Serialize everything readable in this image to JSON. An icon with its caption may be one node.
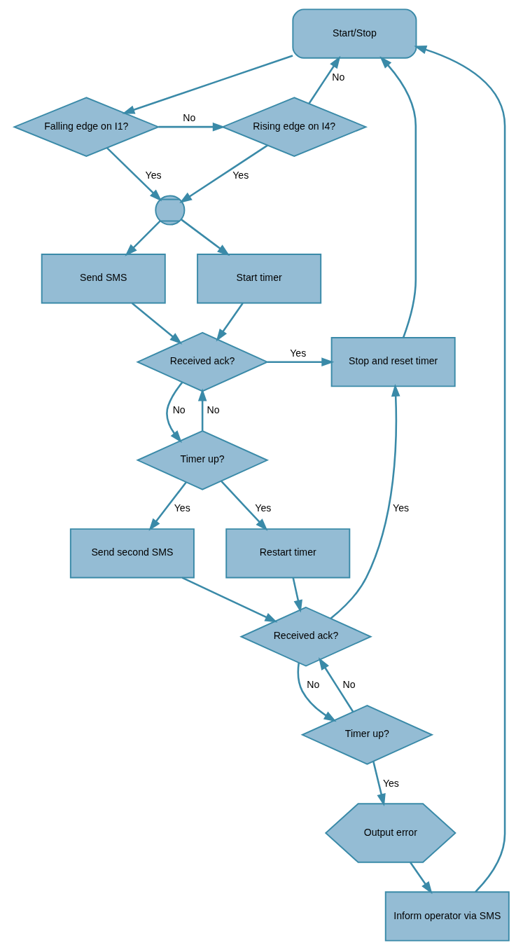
{
  "diagram": {
    "nodes": [
      {
        "text": [
          "Start/Stop"
        ]
      },
      {
        "text": [
          "Falling edge on I1?"
        ]
      },
      {
        "text": [
          "Rising edge on I4?"
        ]
      },
      {
        "text": [],
        "shape": "circle"
      },
      {
        "text": [
          "Send SMS"
        ]
      },
      {
        "text": [
          "Start timer"
        ]
      },
      {
        "text": [
          "Received ack?"
        ]
      },
      {
        "text": [
          "Stop and reset timer"
        ]
      },
      {
        "text": [
          "Timer up?"
        ]
      },
      {
        "text": [
          "Send second SMS"
        ]
      },
      {
        "text": [
          "Restart timer"
        ]
      },
      {
        "text": [
          "Received ack?"
        ]
      },
      {
        "text": [
          "Timer up?"
        ]
      },
      {
        "text": [
          "Output error"
        ]
      },
      {
        "text": [
          "Inform operator via SMS"
        ]
      }
    ],
    "edges": [
      {
        "from": 0,
        "to": 1,
        "arrow": "to"
      },
      {
        "from": 1,
        "to": 2,
        "label": "No",
        "arrow": "to"
      },
      {
        "from": 2,
        "to": 0,
        "label": "No",
        "arrow": "to"
      },
      {
        "from": 1,
        "to": 3,
        "label": "Yes",
        "arrow": "to"
      },
      {
        "from": 2,
        "to": 3,
        "label": "Yes",
        "arrow": "to"
      },
      {
        "from": 3,
        "to": 4,
        "arrow": "to"
      },
      {
        "from": 3,
        "to": 5,
        "arrow": "to"
      },
      {
        "from": 4,
        "to": 6,
        "arrow": "to"
      },
      {
        "from": 5,
        "to": 6,
        "arrow": "to"
      },
      {
        "from": 6,
        "to": 7,
        "label": "Yes",
        "arrow": "to"
      },
      {
        "from": 6,
        "to": 8,
        "label": "No",
        "arrow": "to"
      },
      {
        "from": 8,
        "to": 6,
        "label": "No",
        "arrow": "to"
      },
      {
        "from": 8,
        "to": 9,
        "label": "Yes",
        "arrow": "to"
      },
      {
        "from": 8,
        "to": 10,
        "label": "Yes",
        "arrow": "to"
      },
      {
        "from": 9,
        "to": 11,
        "arrow": "to"
      },
      {
        "from": 10,
        "to": 11,
        "arrow": "to"
      },
      {
        "from": 11,
        "to": 7,
        "label": "Yes",
        "arrow": "to"
      },
      {
        "from": 11,
        "to": 12,
        "label": "No",
        "arrow": "to"
      },
      {
        "from": 12,
        "to": 11,
        "label": "No",
        "arrow": "to"
      },
      {
        "from": 12,
        "to": 13,
        "label": "Yes",
        "arrow": "to"
      },
      {
        "from": 13,
        "to": 14,
        "arrow": "to"
      },
      {
        "from": 7,
        "to": 0,
        "arrow": "to"
      },
      {
        "from": 14,
        "to": 0,
        "arrow": "to"
      }
    ]
  }
}
